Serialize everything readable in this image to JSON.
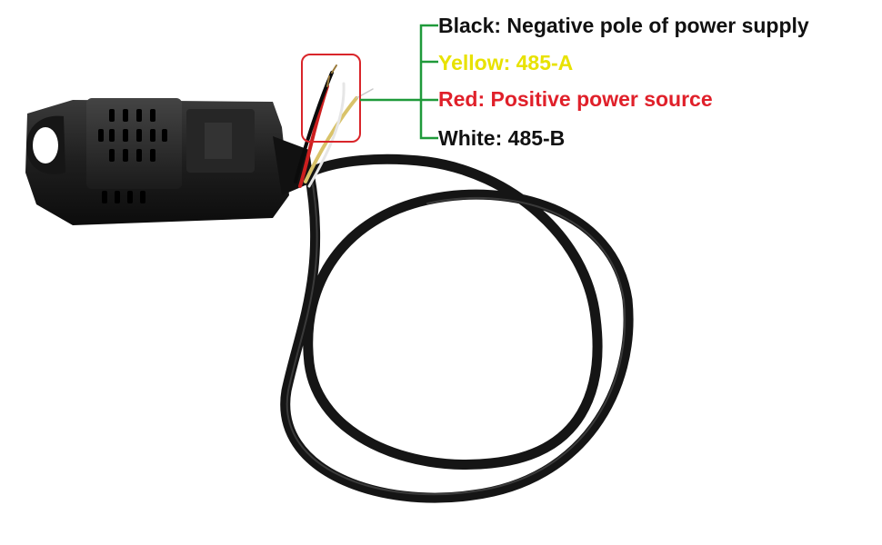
{
  "colors": {
    "black_wire_text": "#111111",
    "yellow_wire_text": "#e8e200",
    "red_wire_text": "#e0202a",
    "white_wire_text": "#111111",
    "leader_line": "#1f9a3a",
    "highlight_box": "#d9252a",
    "sensor_body": "#1c1c1c",
    "cable": "#161616"
  },
  "labels": {
    "black": "Black: Negative pole of power supply",
    "yellow": "Yellow: 485-A",
    "red": "Red: Positive power source",
    "white": "White: 485-B"
  }
}
